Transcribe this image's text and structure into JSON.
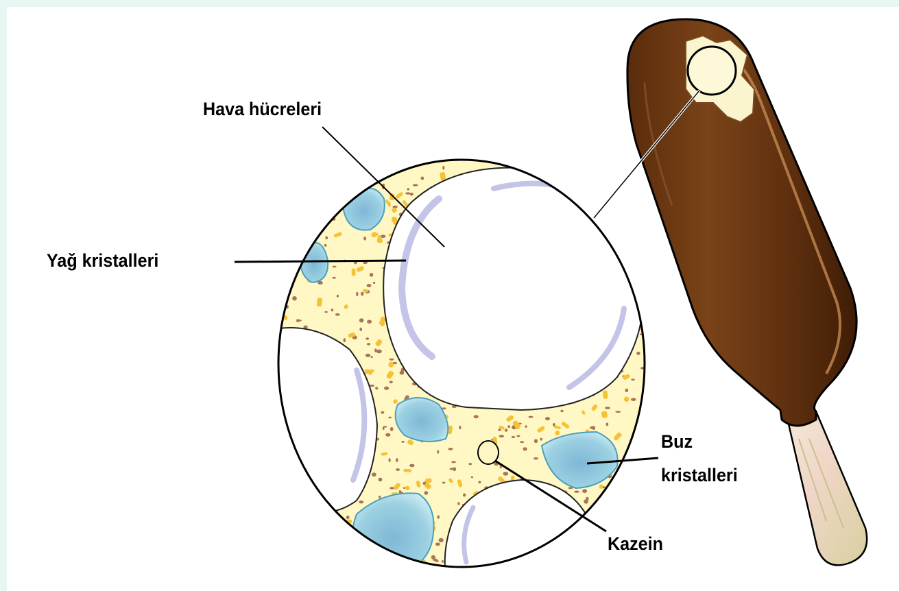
{
  "labels": {
    "air_cells": "Hava hücreleri",
    "fat_crystals": "Yağ kristalleri",
    "ice_crystals_line1": "Buz",
    "ice_crystals_line2": "kristalleri",
    "casein": "Kazein"
  },
  "colors": {
    "background": "#e6f7f3",
    "panel": "#ffffff",
    "matrix": "#fff7c4",
    "fat_globule": "#f5c236",
    "protein_speck": "#a87555",
    "ice_crystal": "#8fc6dc",
    "air_shadow": "#bcbce3",
    "chocolate": "#6e3b14",
    "stick": "#ead9b5"
  },
  "icons": {
    "ice_cream_bar": "chocolate-coated-ice-cream-bar-icon"
  }
}
